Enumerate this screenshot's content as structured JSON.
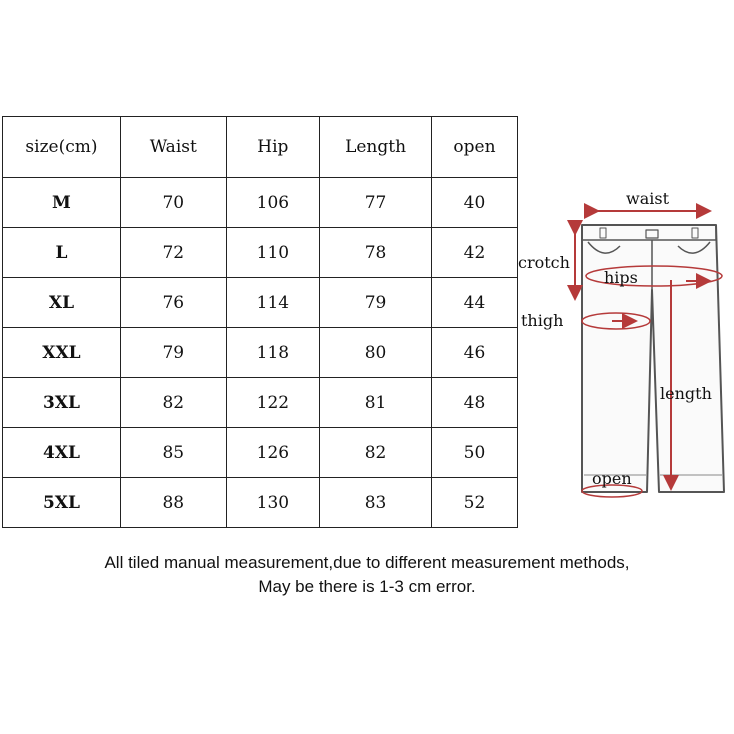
{
  "table": {
    "headers": [
      "size(cm)",
      "Waist",
      "Hip",
      "Length",
      "open"
    ],
    "rows": [
      [
        "M",
        "70",
        "106",
        "77",
        "40"
      ],
      [
        "L",
        "72",
        "110",
        "78",
        "42"
      ],
      [
        "XL",
        "76",
        "114",
        "79",
        "44"
      ],
      [
        "XXL",
        "79",
        "118",
        "80",
        "46"
      ],
      [
        "3XL",
        "82",
        "122",
        "81",
        "48"
      ],
      [
        "4XL",
        "85",
        "126",
        "82",
        "50"
      ],
      [
        "5XL",
        "88",
        "130",
        "83",
        "52"
      ]
    ]
  },
  "diagram": {
    "labels": {
      "waist": "waist",
      "crotch": "crotch",
      "hips": "hips",
      "thigh": "thigh",
      "length": "length",
      "open": "open"
    },
    "arrow_color": "#b53a3a"
  },
  "note": {
    "line1": "All tiled manual measurement,due to different measurement methods,",
    "line2": "May be there is 1-3 cm error."
  }
}
